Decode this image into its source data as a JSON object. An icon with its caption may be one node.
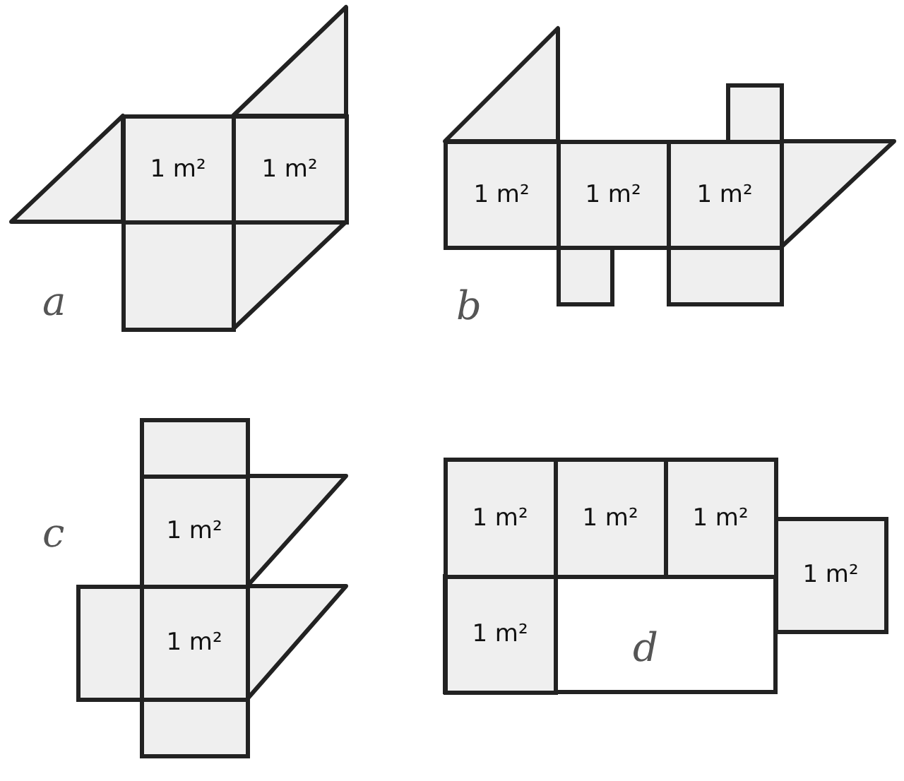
{
  "diagram": {
    "nodes": [
      {
        "text": [
          "1 m²"
        ]
      },
      {
        "text": [
          "1 m²"
        ]
      },
      {
        "text": [],
        "shape": "box"
      },
      {
        "text": [],
        "shape": "box"
      },
      {
        "text": [
          "1 m²"
        ]
      },
      {
        "text": [
          "1 m²"
        ]
      },
      {
        "text": [
          "1 m²"
        ]
      },
      {
        "text": [],
        "shape": "box"
      },
      {
        "text": [],
        "shape": "box"
      },
      {
        "text": [],
        "shape": "box"
      },
      {
        "text": [
          "1 m²"
        ]
      },
      {
        "text": [],
        "shape": "box"
      },
      {
        "text": [
          "1 m²"
        ]
      },
      {
        "text": [],
        "shape": "box"
      },
      {
        "text": [
          "1 m²"
        ]
      },
      {
        "text": [
          "1 m²"
        ]
      },
      {
        "text": [
          "1 m²"
        ]
      },
      {
        "text": [
          "1 m²"
        ]
      },
      {
        "text": [
          "1 m²"
        ]
      },
      {
        "text": [],
        "shape": "triangle"
      },
      {
        "text": [],
        "shape": "triangle"
      },
      {
        "text": [],
        "shape": "triangle"
      },
      {
        "text": [],
        "shape": "triangle"
      },
      {
        "text": [],
        "shape": "triangle"
      },
      {
        "text": [],
        "shape": "triangle"
      },
      {
        "text": [],
        "shape": "triangle"
      }
    ],
    "labels": [
      "a",
      "b",
      "c",
      "d"
    ]
  }
}
